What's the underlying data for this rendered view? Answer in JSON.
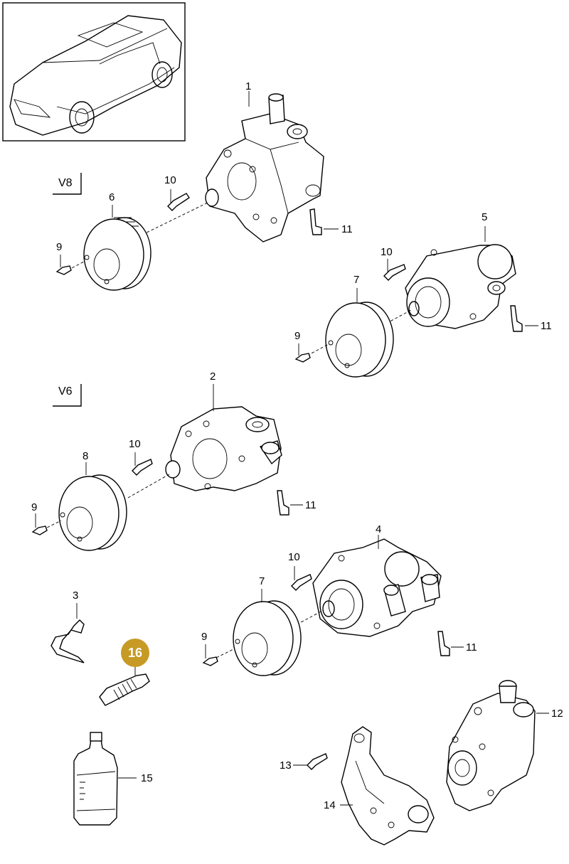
{
  "variants": {
    "v8": "V8",
    "v6": "V6"
  },
  "highlight_color": "#c79a25",
  "callouts": {
    "p1": "1",
    "p2": "2",
    "p3": "3",
    "p4": "4",
    "p5": "5",
    "p6": "6",
    "p7a": "7",
    "p7b": "7",
    "p8": "8",
    "p9a": "9",
    "p9b": "9",
    "p9c": "9",
    "p9d": "9",
    "p10a": "10",
    "p10b": "10",
    "p10c": "10",
    "p10d": "10",
    "p11a": "11",
    "p11b": "11",
    "p11c": "11",
    "p11d": "11",
    "p12": "12",
    "p13": "13",
    "p14": "14",
    "p15": "15",
    "p16": "16"
  }
}
